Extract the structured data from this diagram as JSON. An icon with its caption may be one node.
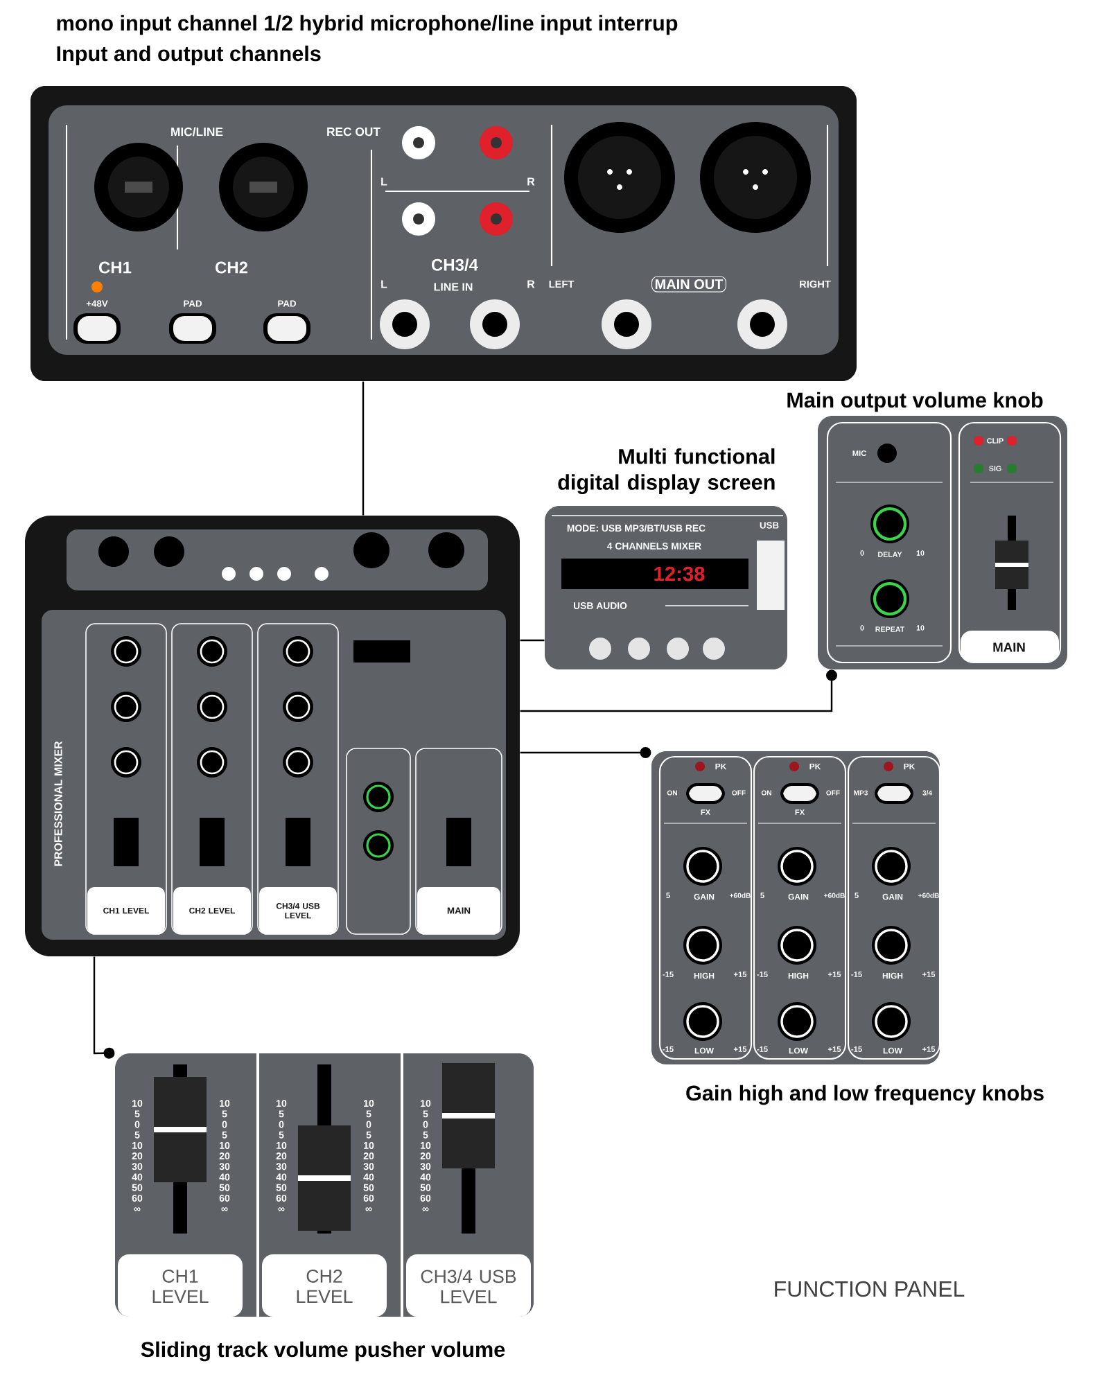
{
  "diagram": {
    "nodes": [
      {
        "text": [
          "mono input channel 1/2 hybrid microphone/line input interrup",
          "Input and output channels"
        ]
      },
      {
        "text": [],
        "shape": "picture"
      },
      {
        "text": [
          "Multi functional digital display screen"
        ]
      },
      {
        "text": [
          "Main output volume knob"
        ]
      },
      {
        "text": [
          "Gain high and low frequency knobs"
        ]
      },
      {
        "text": [
          "Sliding track volume pusher volume"
        ]
      }
    ],
    "edges": [
      {
        "from": 0,
        "to": 1,
        "arrow": "none"
      },
      {
        "from": 1,
        "to": 2,
        "arrow": "none"
      },
      {
        "from": 1,
        "to": 3,
        "arrow": "other"
      },
      {
        "from": 1,
        "to": 4,
        "arrow": "other"
      },
      {
        "from": 1,
        "to": 5,
        "arrow": "other"
      }
    ],
    "labels": [
      "MIC/LINE",
      "REC OUT",
      "L",
      "R",
      "CH1",
      "CH2",
      "+48V",
      "PAD",
      "PAD",
      "CH3/4",
      "L",
      "LINE IN",
      "R",
      "LEFT",
      "MAIN OUT",
      "RIGHT",
      "MODE: USB  MP3/BT/USB REC",
      "4 CHANNELS MIXER",
      "USB",
      "12:38",
      "USB AUDIO",
      "MIC",
      "CLIP",
      "SIG",
      "0",
      "DELAY",
      "10",
      "0",
      "REPEAT",
      "10",
      "MAIN",
      "PROFESSIONAL MIXER",
      "CH1 LEVEL",
      "CH2 LEVEL",
      "CH3/4 USB LEVEL",
      "MAIN",
      "PK",
      "ON",
      "OFF",
      "FX",
      "5",
      "GAIN",
      "+60dB",
      "-15",
      "HIGH",
      "+15",
      "-15",
      "LOW",
      "+15",
      "PK",
      "ON",
      "OFF",
      "FX",
      "5",
      "GAIN",
      "+60dB",
      "-15",
      "HIGH",
      "+15",
      "-15",
      "LOW",
      "+15",
      "PK",
      "MP3",
      "3/4",
      "5",
      "GAIN",
      "+60dB",
      "-15",
      "HIGH",
      "+15",
      "-15",
      "LOW",
      "+15",
      "10 5 0 5 10 20 30 40 50 60 ∞",
      "10 5 0 5 10 20 30 40 50 60 ∞",
      "CH1 LEVEL",
      "10 5 0 5 10 20 30 40 50 60 ∞",
      "10 5 0 5 10 20 30 40 50 60 ∞",
      "CH2 LEVEL",
      "10 5 0 5 10 20 30 40 50 60 ∞",
      "CH3/4 USB LEVEL",
      "FUNCTION PANEL"
    ]
  }
}
